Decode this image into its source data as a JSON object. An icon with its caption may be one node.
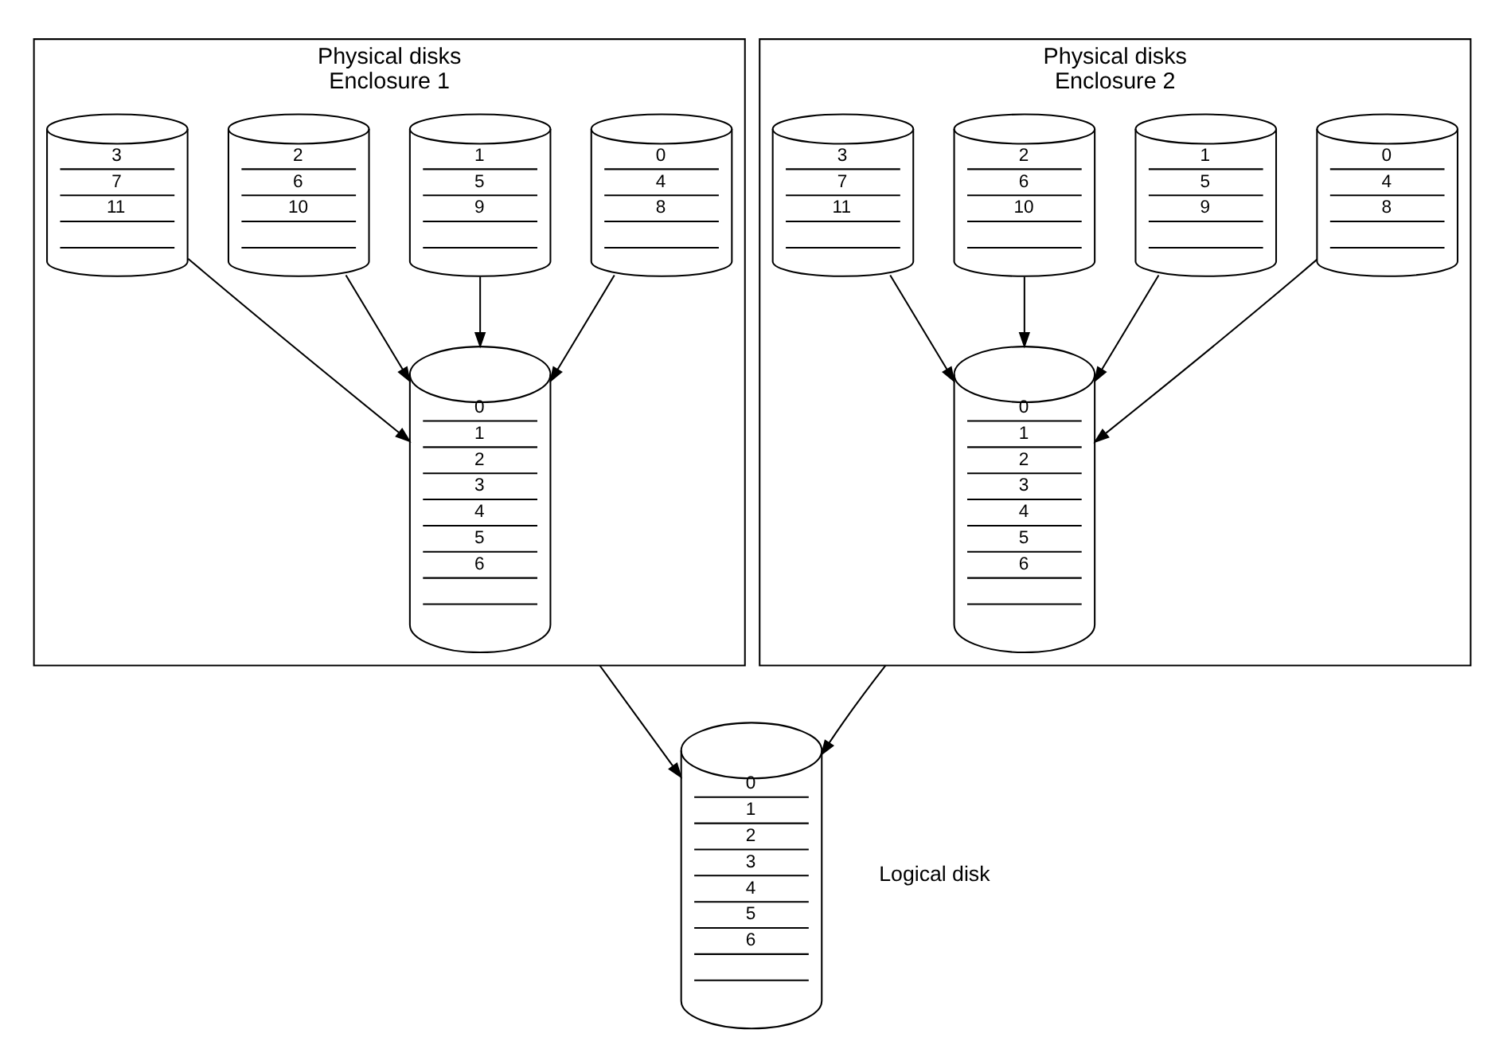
{
  "diagram": {
    "nodes": [
      {
        "text": [
          "Physical disks",
          "Enclosure 1"
        ]
      },
      {
        "text": [
          "0",
          "4",
          "8"
        ],
        "in": 0
      },
      {
        "text": [
          "1",
          "5",
          "9"
        ],
        "in": 0
      },
      {
        "text": [
          "2",
          "6",
          "10"
        ],
        "in": 0
      },
      {
        "text": [
          "3",
          "7",
          "11"
        ],
        "in": 0
      },
      {
        "text": [
          "0",
          "1",
          "2",
          "3",
          "4",
          "5",
          "6"
        ],
        "in": 0
      },
      {
        "text": [
          "Physical disks",
          "Enclosure 2"
        ]
      },
      {
        "text": [
          "0",
          "4",
          "8"
        ],
        "in": 6
      },
      {
        "text": [
          "1",
          "5",
          "9"
        ],
        "in": 6
      },
      {
        "text": [
          "2",
          "6",
          "10"
        ],
        "in": 6
      },
      {
        "text": [
          "3",
          "7",
          "11"
        ],
        "in": 6
      },
      {
        "text": [
          "0",
          "1",
          "2",
          "3",
          "4",
          "5",
          "6"
        ],
        "in": 6
      },
      {
        "text": [
          "0",
          "1",
          "2",
          "3",
          "4",
          "5",
          "6"
        ],
        "beside": [
          "Logical disk"
        ]
      }
    ],
    "edges": [
      {
        "from": 1,
        "to": 5,
        "arrow": "to"
      },
      {
        "from": 2,
        "to": 5,
        "arrow": "to"
      },
      {
        "from": 3,
        "to": 5,
        "arrow": "to"
      },
      {
        "from": 4,
        "to": 5,
        "arrow": "to"
      },
      {
        "from": 7,
        "to": 11,
        "arrow": "to"
      },
      {
        "from": 8,
        "to": 11,
        "arrow": "to"
      },
      {
        "from": 9,
        "to": 11,
        "arrow": "to"
      },
      {
        "from": 10,
        "to": 11,
        "arrow": "to"
      },
      {
        "from": 0,
        "to": 12,
        "arrow": "to"
      },
      {
        "from": 6,
        "to": 12,
        "arrow": "to"
      }
    ]
  }
}
